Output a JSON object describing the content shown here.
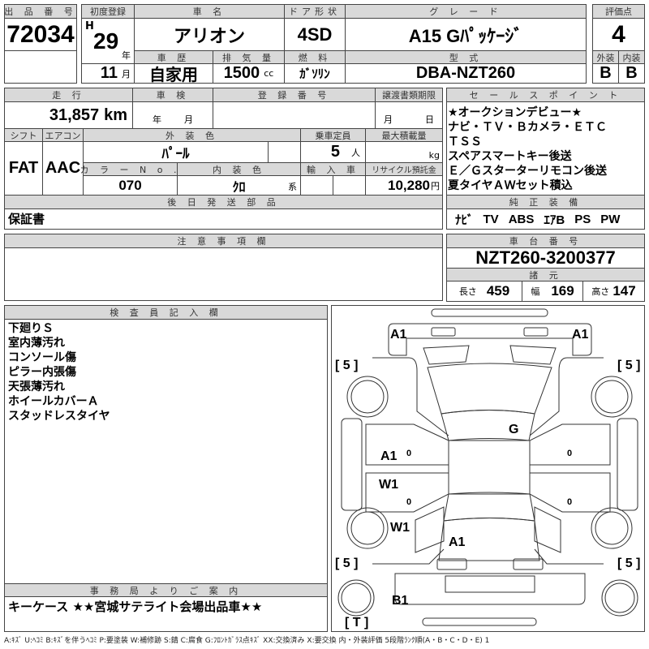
{
  "header": {
    "lot_label": "出 品 番 号",
    "lot_number": "72034",
    "first_reg_label": "初度登録",
    "era": "H",
    "year": "29",
    "year_unit": "年",
    "month": "11",
    "month_unit": "月",
    "car_name_label": "車 名",
    "car_name": "アリオン",
    "door_label": "ドア形状",
    "door": "4SD",
    "grade_label": "グ レ ー ド",
    "grade": "A15 Gﾊﾟｯｹｰｼﾞ",
    "score_label": "評価点",
    "score": "4",
    "history_label": "車 歴",
    "history": "自家用",
    "displacement_label": "排 気 量",
    "displacement": "1500",
    "displacement_unit": "cc",
    "fuel_label": "燃 料",
    "fuel": "ｶﾞｿﾘﾝ",
    "model_label": "型 式",
    "model": "DBA-NZT260",
    "exterior_label": "外装",
    "exterior": "B",
    "interior_label": "内装",
    "interior": "B"
  },
  "details": {
    "mileage_label": "走 行",
    "mileage": "31,857",
    "mileage_unit": "km",
    "inspection_label": "車 検",
    "inspection_year_unit": "年",
    "inspection_month_unit": "月",
    "reg_number_label": "登 録 番 号",
    "transfer_label": "譲渡書類期限",
    "transfer_month_unit": "月",
    "transfer_day_unit": "日",
    "shift_label": "シフト",
    "shift": "FAT",
    "ac_label": "エアコン",
    "ac": "AAC",
    "color_label": "外 装 色",
    "color": "ﾊﾟｰﾙ",
    "capacity_label": "乗車定員",
    "capacity": "5",
    "capacity_unit": "人",
    "load_label": "最大積載量",
    "load_unit": "kg",
    "color_no_label": "カ ラ ー N o .",
    "color_no": "070",
    "interior_color_label": "内 装 色",
    "interior_color": "ｸﾛ",
    "interior_color_unit": "系",
    "import_label": "輸 入 車",
    "recycle_label": "リサイクル預託金",
    "recycle": "10,280",
    "recycle_unit": "円",
    "later_parts_label": "後 日 発 送 部 品",
    "later_parts": "保証書"
  },
  "sales_points": {
    "label": "セ ー ル ス ポ イ ン ト",
    "lines": [
      "★オークションデビュー★",
      "ナビ・ＴＶ・Ｂカメラ・ＥＴＣ",
      "ＴＳＳ",
      "スペアスマートキー後送",
      "Ｅ／Ｇスターターリモコン後送",
      "夏タイヤＡＷセット積込"
    ],
    "equipment_label": "純 正 装 備",
    "equipment": [
      "ﾅﾋﾞ",
      "TV",
      "ABS",
      "ｴｱB",
      "PS",
      "PW"
    ]
  },
  "notes": {
    "label": "注 意 事 項 欄"
  },
  "chassis": {
    "label": "車 台 番 号",
    "number": "NZT260-3200377",
    "spec_label": "諸 元",
    "length_label": "長さ",
    "length": "459",
    "width_label": "幅",
    "width": "169",
    "height_label": "高さ",
    "height": "147"
  },
  "inspector": {
    "label": "検 査 員 記 入 欄",
    "lines": [
      "下廻りＳ",
      "室内薄汚れ",
      "コンソール傷",
      "ピラー内張傷",
      "天張薄汚れ",
      "ホイールカバーＡ",
      "スタッドレスタイヤ"
    ]
  },
  "office": {
    "label": "事 務 局 よ り ご 案 内",
    "text": "キーケース ★★宮城サテライト会場出品車★★"
  },
  "diagram": {
    "marks": {
      "front_left": "A1",
      "front_right": "A1",
      "windshield": "G",
      "front_door_left": "A1",
      "rear_door_left": "W1",
      "rear_fender_left": "W1",
      "trunk": "A1",
      "rear_bumper": "B1"
    },
    "tire_fl": "[ 5 ]",
    "tire_fr": "[ 5 ]",
    "tire_rl": "[ 5 ]",
    "tire_rr": "[ 5 ]",
    "spare": "[ T ]",
    "zero": "0"
  },
  "legend": "A:ｷｽﾞ U:ﾍｺﾐ B:ｷｽﾞを伴うﾍｺﾐ P:要塗装 W:補修跡 S:錆 C:腐食 G:ﾌﾛﾝﾄｶﾞﾗｽ点ｷｽﾞ XX:交換済み X:要交換 内・外装評価 5段階ﾗﾝｸ順(A・B・C・D・E) 1"
}
